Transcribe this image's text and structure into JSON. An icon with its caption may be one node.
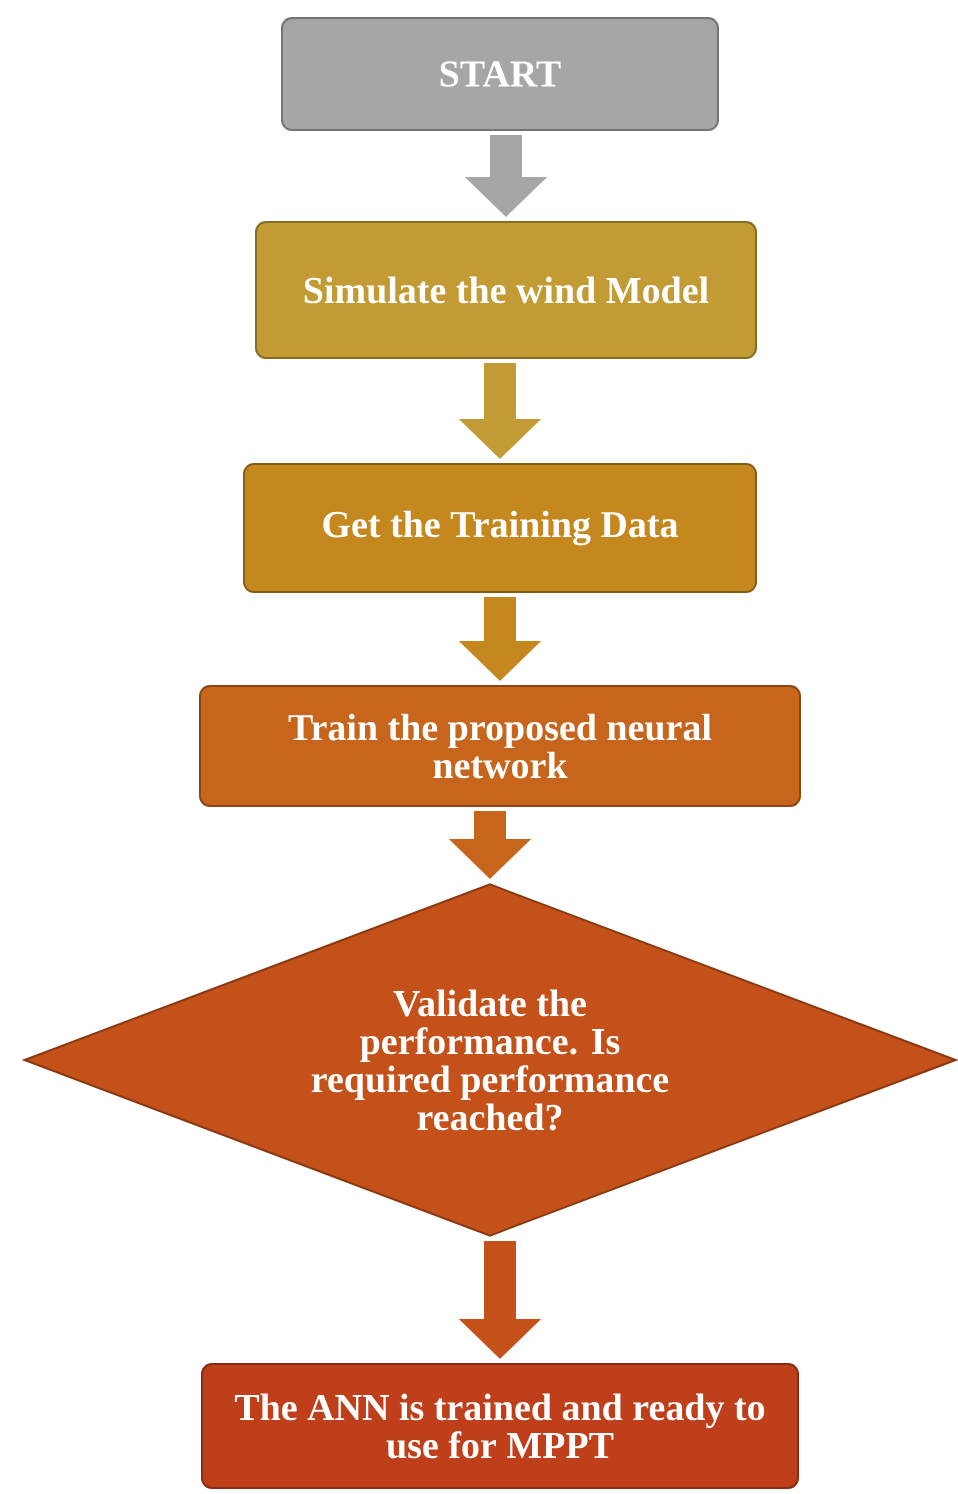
{
  "diagram": {
    "nodes": [
      {
        "text": [
          "START"
        ]
      },
      {
        "text": [
          "Simulate the wind Model"
        ]
      },
      {
        "text": [
          "Get the Training Data"
        ]
      },
      {
        "text": [
          "Train the proposed neural network"
        ]
      },
      {
        "text": [
          "Validate the performance. Is required performance reached?"
        ]
      },
      {
        "text": [
          "The ANN is trained and ready to use for MPPT"
        ]
      }
    ],
    "edges": [
      {
        "from": 0,
        "to": 1,
        "arrow": "to",
        "color": "#a6a6a6"
      },
      {
        "from": 1,
        "to": 2,
        "arrow": "to",
        "color": "#c29b35"
      },
      {
        "from": 2,
        "to": 3,
        "arrow": "to",
        "color": "#c4881f"
      },
      {
        "from": 3,
        "to": 4,
        "arrow": "to",
        "color": "#c8651c"
      },
      {
        "from": 4,
        "to": 5,
        "arrow": "to",
        "color": "#c4501a"
      }
    ]
  }
}
